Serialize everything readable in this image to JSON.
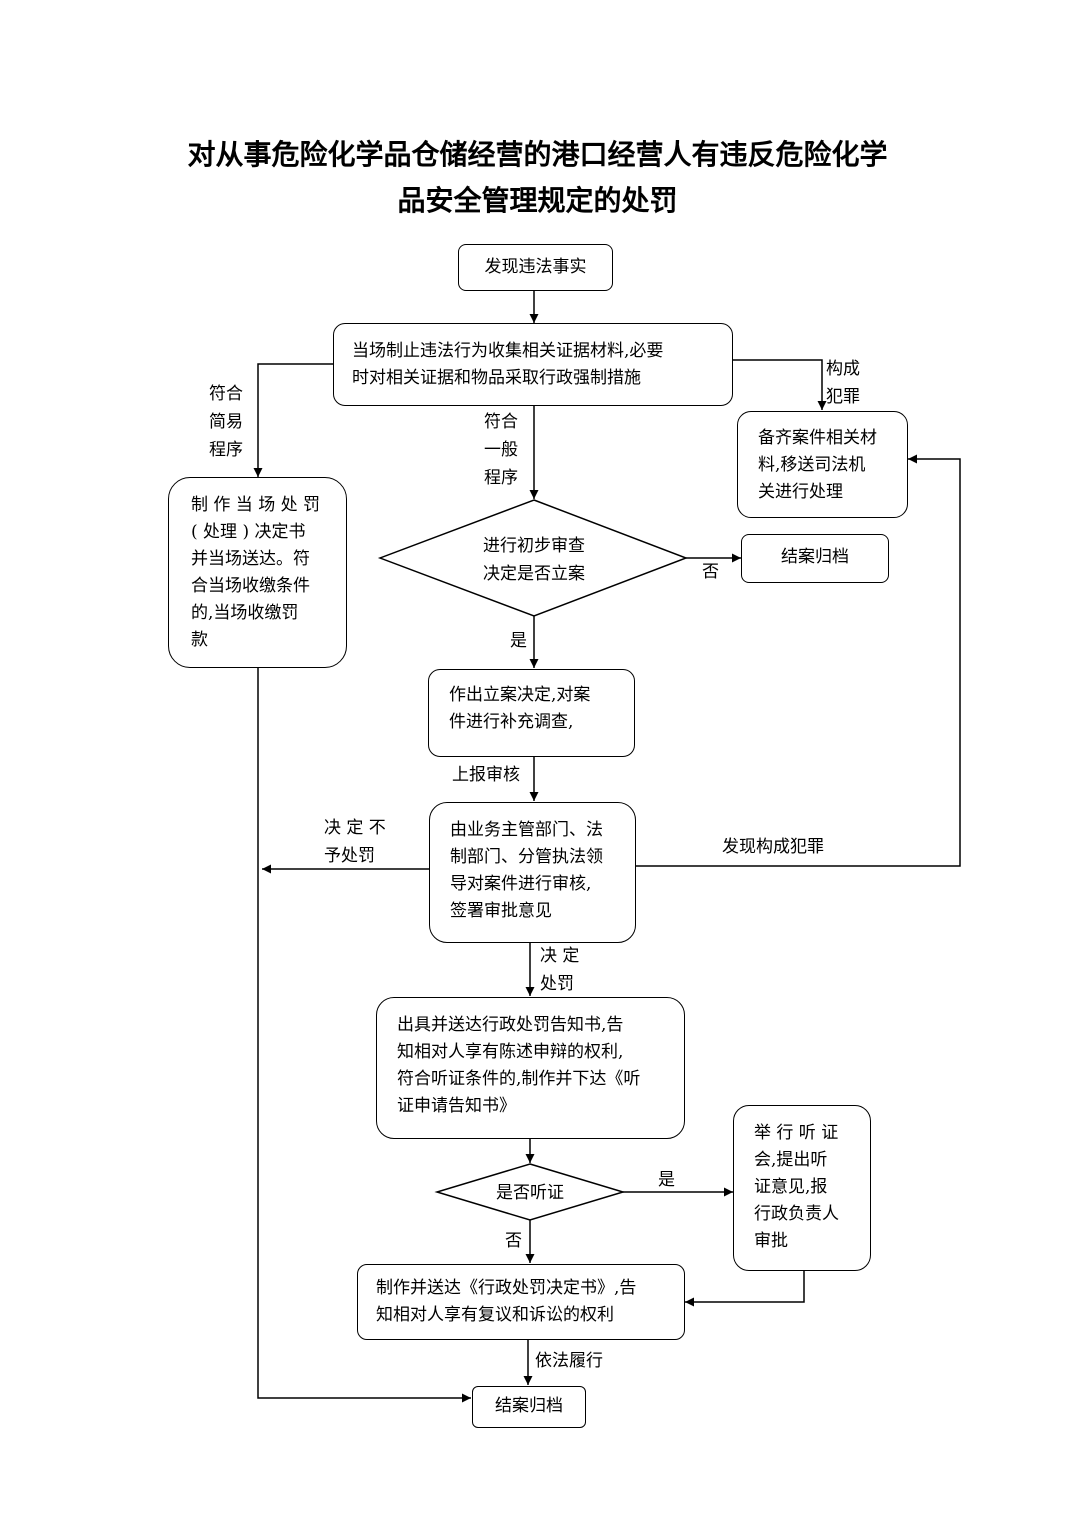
{
  "title": {
    "line1": "对从事危险化学品仓储经营的港口经营人有违反危险化学",
    "line2": "品安全管理规定的处罚"
  },
  "nodes": {
    "discover": "发现违法事实",
    "stop_collect": "当场制止违法行为收集相关证据材料,必要\n时对相关证据和物品采取行政强制措施",
    "transfer": "备齐案件相关材\n料,移送司法机\n关进行处理",
    "onsite_penalty": "制 作 当 场 处 罚\n( 处理 ) 决定书\n并当场送达。符\n合当场收缴条件\n的,当场收缴罚\n款",
    "prelim_review": "进行初步审查\n决定是否立案",
    "close_case_1": "结案归档",
    "file_case": "作出立案决定,对案\n件进行补充调查,",
    "review": "由业务主管部门、法\n制部门、分管执法领\n导对案件进行审核,\n签署审批意见",
    "notice": "出具并送达行政处罚告知书,告\n知相对人享有陈述申辩的权利,\n符合听证条件的,制作并下达《听\n证申请告知书》",
    "hearing_decision": "是否听证",
    "hearing": "举 行 听 证\n会,提出听\n证意见,报\n行政负责人\n审批",
    "decision_doc": "制作并送达《行政处罚决定书》,告\n知相对人享有复议和诉讼的权利",
    "close_case_2": "结案归档"
  },
  "labels": {
    "crime": "构成\n犯罪",
    "simple": "符合\n简易\n程序",
    "general": "符合\n一般\n程序",
    "no_1": "否",
    "yes_1": "是",
    "report": "上报审核",
    "no_penalty": "决 定 不\n予处罚",
    "found_crime": "发现构成犯罪",
    "decide_penalty": "决 定\n处罚",
    "yes_2": "是",
    "no_2": "否",
    "enforce": "依法履行"
  }
}
